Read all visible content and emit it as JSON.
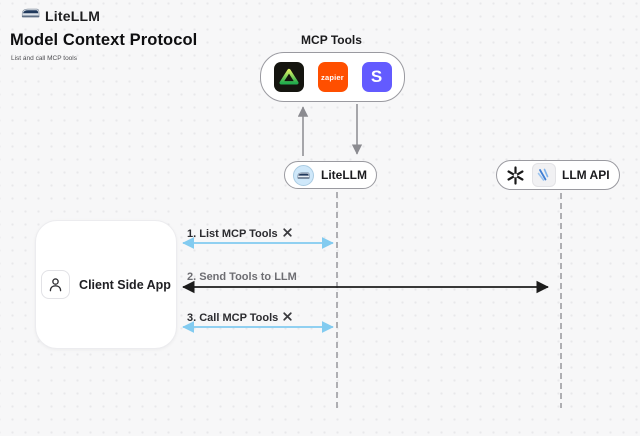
{
  "header": {
    "brand": "LiteLLM"
  },
  "page": {
    "title": "Model Context Protocol",
    "subtitle": "List and call MCP tools"
  },
  "mcp_tools": {
    "label": "MCP Tools",
    "icons": [
      {
        "name": "green-triangle-tool-icon"
      },
      {
        "name": "zapier-icon",
        "label": "zapier"
      },
      {
        "name": "stripe-icon",
        "label": "S"
      }
    ]
  },
  "nodes": {
    "litellm": {
      "label": "LiteLLM"
    },
    "llm_api": {
      "label": "LLM API"
    },
    "client": {
      "label": "Client Side App"
    }
  },
  "arrows": [
    {
      "step": "1. List MCP Tools",
      "has_tool_icon": true,
      "color": "#82cbf0",
      "from": "Client Side App",
      "to": "LiteLLM"
    },
    {
      "step": "2. Send Tools to LLM",
      "has_tool_icon": false,
      "color": "#1c1c1c",
      "from": "Client Side App",
      "to": "LLM API"
    },
    {
      "step": "3. Call MCP Tools",
      "has_tool_icon": true,
      "color": "#82cbf0",
      "from": "Client Side App",
      "to": "LiteLLM"
    }
  ],
  "colors": {
    "background": "#f7f7f8",
    "zapier_bg": "#ff4f00",
    "stripe_bg": "#635bff",
    "arrow_blue": "#82cbf0",
    "arrow_dark": "#1c1c1c",
    "node_border": "#9a9aa0"
  }
}
